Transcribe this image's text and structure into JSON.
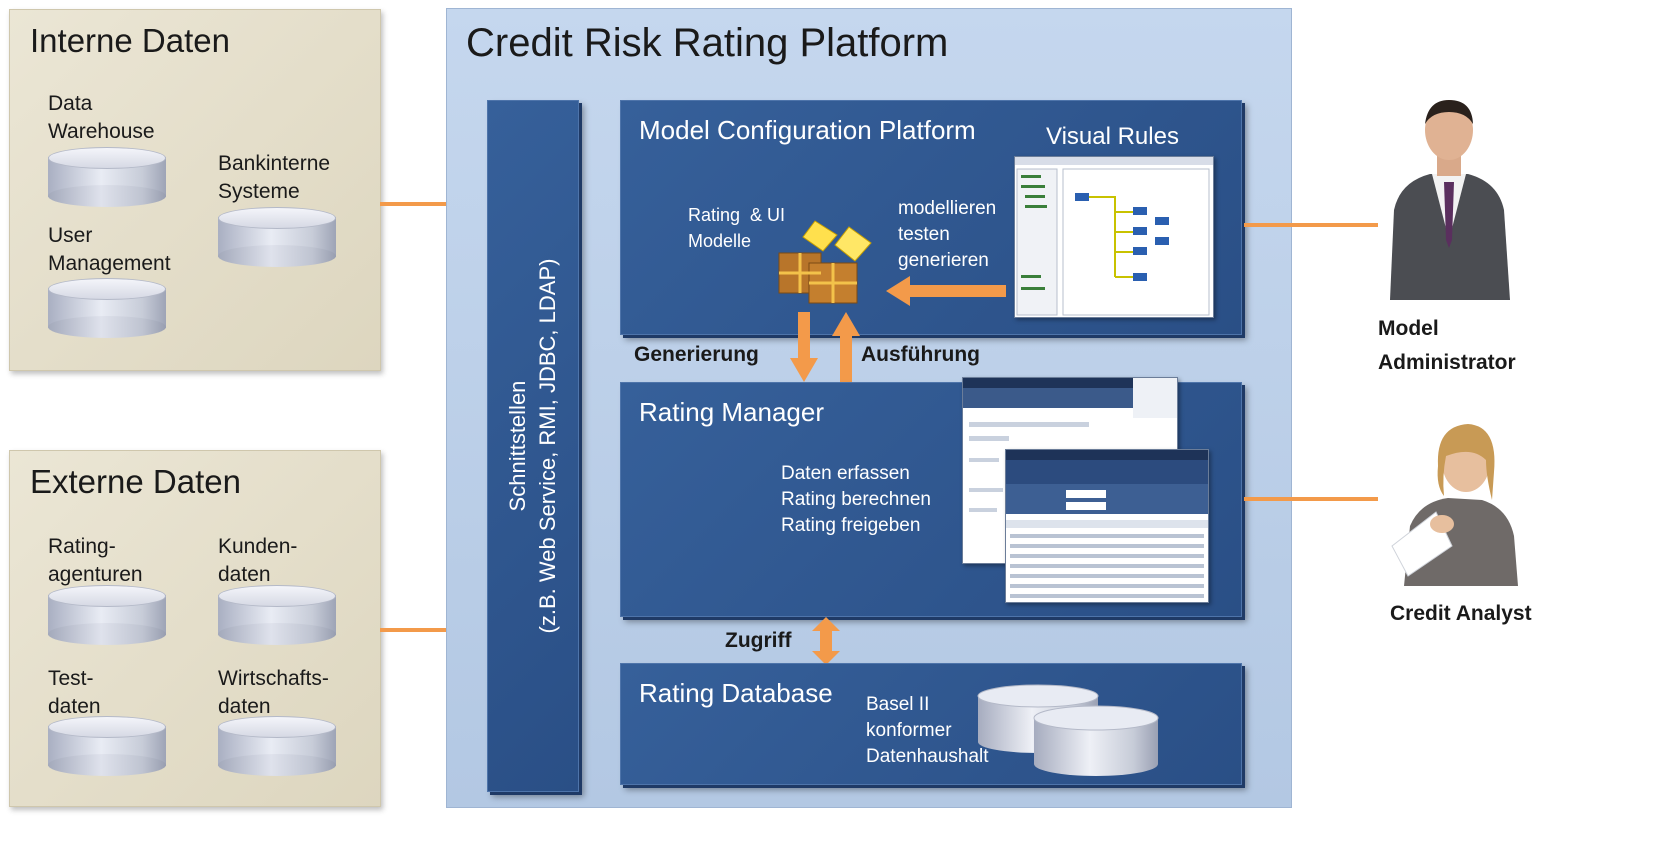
{
  "interne_daten": {
    "title": "Interne Daten",
    "items": [
      "Data\nWarehouse",
      "Bankinterne\nSysteme",
      "User\nManagement"
    ]
  },
  "externe_daten": {
    "title": "Externe Daten",
    "items": [
      "Rating-\nagenturen",
      "Kunden-\ndaten",
      "Test-\ndaten",
      "Wirtschafts-\ndaten"
    ]
  },
  "platform": {
    "title": "Credit Risk Rating Platform",
    "schnittstellen": "Schnittstellen\n(z.B. Web Service, RMI, JDBC, LDAP)"
  },
  "model_config": {
    "title": "Model Configuration Platform",
    "visual_rules": "Visual Rules",
    "models_label": "Rating  & UI\nModelle",
    "actions": "modellieren\ntesten\ngenerieren"
  },
  "flow": {
    "generierung": "Generierung",
    "ausfuehrung": "Ausführung",
    "zugriff": "Zugriff"
  },
  "rating_manager": {
    "title": "Rating Manager",
    "actions": "Daten erfassen\nRating berechnen\nRating freigeben"
  },
  "rating_database": {
    "title": "Rating Database",
    "description": "Basel II\nkonformer\nDatenhaushalt"
  },
  "actors": {
    "model_admin": "Model\nAdministrator",
    "credit_analyst": "Credit Analyst"
  },
  "colors": {
    "panel": "#e3ddc8",
    "platform": "#bccfe8",
    "box": "#2f578f",
    "arrow": "#f39a4a"
  }
}
